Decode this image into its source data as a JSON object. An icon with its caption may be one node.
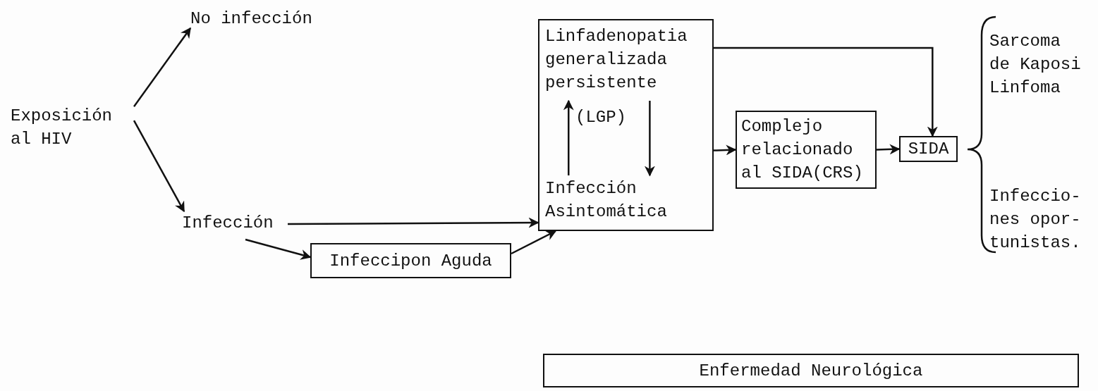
{
  "diagram": {
    "nodes": [
      {
        "text": [
          "Exposición al HIV"
        ]
      },
      {
        "text": [
          "No infección"
        ]
      },
      {
        "text": [
          "Infección"
        ]
      },
      {
        "text": [
          "Infeccipon Aguda"
        ]
      },
      {
        "text": [],
        "shape": "box"
      },
      {
        "text": [
          "Linfadenopatia generalizada persistente"
        ],
        "in": 4
      },
      {
        "text": [
          "Infección Asintomática"
        ],
        "in": 4
      },
      {
        "text": [
          "Complejo relacionado al SIDA(CRS)"
        ]
      },
      {
        "text": [
          "SIDA"
        ]
      },
      {
        "text": [
          "Enfermedad Neurológica"
        ]
      }
    ],
    "edges": [
      {
        "from": 0,
        "to": 1,
        "arrow": "to"
      },
      {
        "from": 0,
        "to": 2,
        "arrow": "to"
      },
      {
        "from": 2,
        "to": 4,
        "arrow": "to"
      },
      {
        "from": 2,
        "to": 3,
        "arrow": "to"
      },
      {
        "from": 3,
        "to": 4,
        "arrow": "to"
      },
      {
        "from": 4,
        "to": 7,
        "arrow": "to"
      },
      {
        "from": 7,
        "to": 8,
        "arrow": "to"
      },
      {
        "from": 4,
        "to": 8,
        "arrow": "to"
      },
      {
        "from": 6,
        "to": 5,
        "arrow": "to"
      },
      {
        "from": 5,
        "to": 6,
        "arrow": "to"
      }
    ],
    "labels": [
      "(LGP)",
      "Sarcoma de Kaposi",
      "Linfoma",
      "Infeccio- nes opor- tunistas."
    ]
  }
}
